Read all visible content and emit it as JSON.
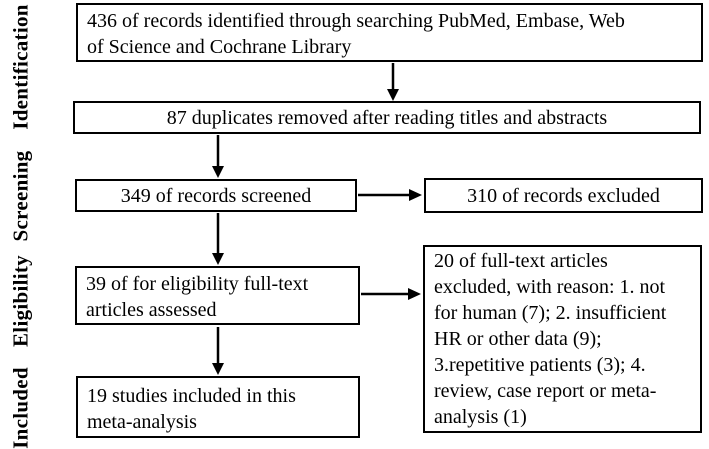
{
  "figure": {
    "type": "prisma-flow-diagram",
    "stages": [
      {
        "label": "Identification"
      },
      {
        "label": "Screening"
      },
      {
        "label": "Eligibility"
      },
      {
        "label": "Included"
      }
    ],
    "boxes": {
      "identified": "436 of records identified through searching PubMed, Embase, Web\nof Science and Cochrane Library",
      "duplicates_removed": "87 duplicates removed after reading titles and abstracts",
      "screened": "349 of records screened",
      "records_excluded": "310 of records excluded",
      "fulltext_assessed": "39 of for eligibility full-text\narticles assessed",
      "fulltext_excluded": "20 of full-text articles\nexcluded, with reason: 1. not\nfor human (7); 2. insufficient\nHR or other data (9);\n3.repetitive patients (3); 4.\nreview, case report or meta-\nanalysis (1)",
      "included_in_meta_analysis": "19 studies included in this\nmeta-analysis"
    },
    "colors": {
      "border": "#000000",
      "text": "#000000",
      "background": "#ffffff"
    }
  }
}
